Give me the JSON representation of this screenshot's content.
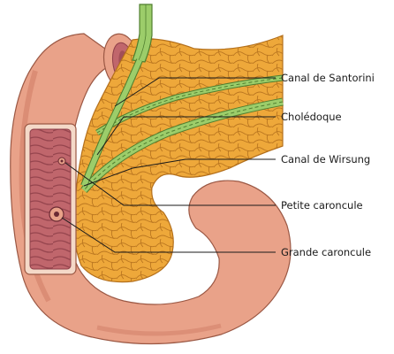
{
  "figure": {
    "labels": [
      {
        "id": "canal-de-santorini",
        "text": "Canal de Santorini"
      },
      {
        "id": "choledoque",
        "text": "Cholédoque"
      },
      {
        "id": "canal-de-wirsung",
        "text": "Canal de Wirsung"
      },
      {
        "id": "petite-caroncule",
        "text": "Petite caroncule"
      },
      {
        "id": "grande-caroncule",
        "text": "Grande caroncule"
      }
    ]
  },
  "colors": {
    "duodenum": "#e9a289",
    "duodenum_shade": "#cf7b65",
    "mucosa": "#c0666c",
    "mucosa_dark": "#8e3f49",
    "pancreas": "#eea83a",
    "pancreas_line": "#b4701c",
    "duct": "#9ccd6a",
    "duct_dark": "#4f7e2f",
    "label_text": "#1a1a1a"
  }
}
